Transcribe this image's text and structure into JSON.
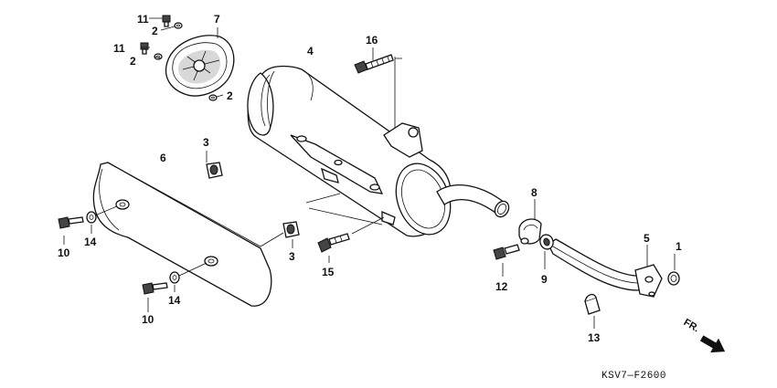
{
  "labels": {
    "l1": "1",
    "l2a": "2",
    "l2b": "2",
    "l2c": "2",
    "l3a": "3",
    "l3b": "3",
    "l4": "4",
    "l5": "5",
    "l6": "6",
    "l7": "7",
    "l8": "8",
    "l9": "9",
    "l10a": "10",
    "l10b": "10",
    "l11a": "11",
    "l11b": "11",
    "l12": "12",
    "l13": "13",
    "l14a": "14",
    "l14b": "14",
    "l15": "15",
    "l16": "16"
  },
  "direction": "FR.",
  "diagram_code": "KSV7—F2600"
}
